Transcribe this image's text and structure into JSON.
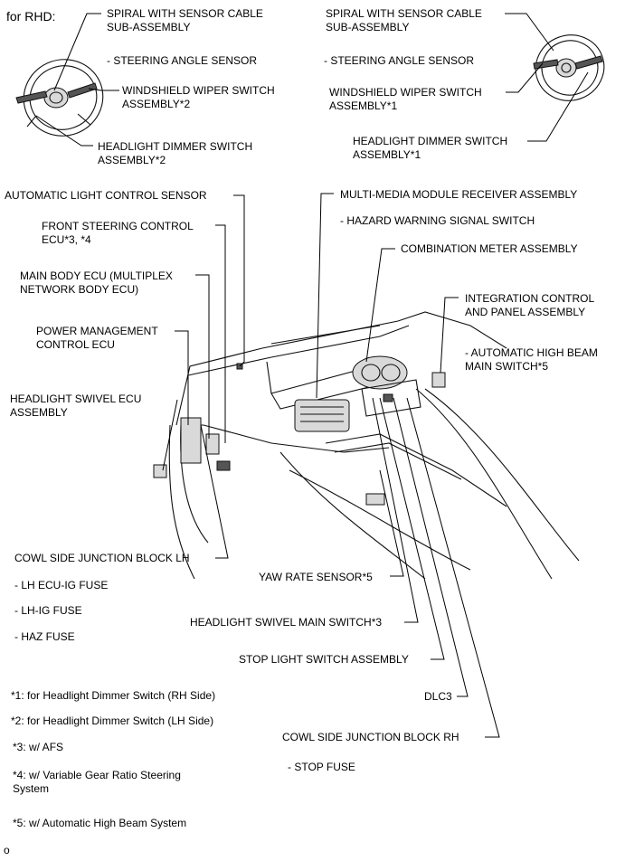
{
  "header": {
    "for_rhd": "for RHD:"
  },
  "left_wheel": {
    "spiral": "SPIRAL WITH SENSOR CABLE\nSUB-ASSEMBLY",
    "steering_angle": "- STEERING ANGLE SENSOR",
    "wiper": "WINDSHIELD WIPER SWITCH\nASSEMBLY*2",
    "headlight": "HEADLIGHT DIMMER SWITCH\nASSEMBLY*2"
  },
  "right_wheel": {
    "spiral": "SPIRAL WITH SENSOR CABLE\nSUB-ASSEMBLY",
    "steering_angle": "- STEERING ANGLE SENSOR",
    "wiper": "WINDSHIELD WIPER SWITCH\nASSEMBLY*1",
    "headlight": "HEADLIGHT DIMMER SWITCH\nASSEMBLY*1"
  },
  "left_labels": {
    "auto_light": "AUTOMATIC LIGHT CONTROL SENSOR",
    "front_steering": "FRONT STEERING CONTROL\nECU*3, *4",
    "main_body": "MAIN BODY ECU (MULTIPLEX\nNETWORK BODY ECU)",
    "power_mgmt": "POWER MANAGEMENT\nCONTROL ECU",
    "swivel_ecu": "HEADLIGHT SWIVEL ECU\nASSEMBLY"
  },
  "right_labels": {
    "multimedia": "MULTI-MEDIA MODULE RECEIVER ASSEMBLY",
    "hazard": "- HAZARD WARNING SIGNAL SWITCH",
    "combination": "COMBINATION METER ASSEMBLY",
    "integration": "INTEGRATION CONTROL\nAND PANEL ASSEMBLY",
    "auto_high_beam": "- AUTOMATIC HIGH BEAM\nMAIN SWITCH*5"
  },
  "bottom_labels": {
    "cowl_lh": "COWL SIDE JUNCTION BLOCK LH",
    "lh_ecu_ig": "- LH ECU-IG FUSE",
    "lh_ig": "- LH-IG FUSE",
    "haz": "- HAZ FUSE",
    "yaw": "YAW RATE SENSOR*5",
    "swivel_main": "HEADLIGHT SWIVEL MAIN SWITCH*3",
    "stop_light": "STOP LIGHT SWITCH ASSEMBLY",
    "dlc3": "DLC3",
    "cowl_rh": "COWL SIDE JUNCTION BLOCK RH",
    "stop_fuse": "- STOP FUSE"
  },
  "footnotes": {
    "n1": "*1: for Headlight Dimmer Switch (RH Side)",
    "n2": "*2: for Headlight Dimmer Switch (LH Side)",
    "n3": "*3: w/ AFS",
    "n4": "*4: w/ Variable Gear Ratio Steering\nSystem",
    "n5": "*5: w/ Automatic High Beam System"
  },
  "figure_code": "o"
}
